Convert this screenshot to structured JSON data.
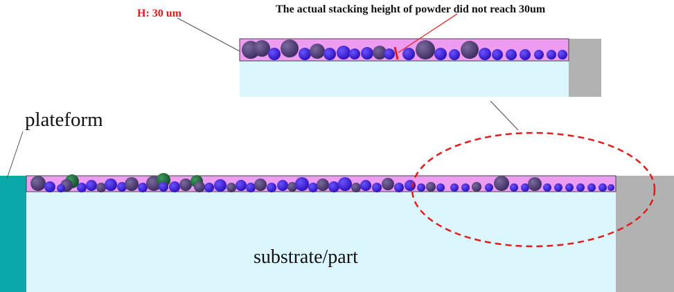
{
  "labels": {
    "height": "H: 30 um",
    "note": "The actual stacking height of powder did not reach 30um",
    "platform": "plateform",
    "substrate": "substrate/part"
  },
  "colors": {
    "substrate": "#dbf6fc",
    "platform": "#0aa8a8",
    "wall": "#b2b2b2",
    "powder_layer": "#ee9cf2",
    "particle_blue": "#3b1bd9",
    "particle_dark": "#4a3a6e",
    "particle_green": "#1f6b3c",
    "annotation_red": "#e31b1b"
  }
}
